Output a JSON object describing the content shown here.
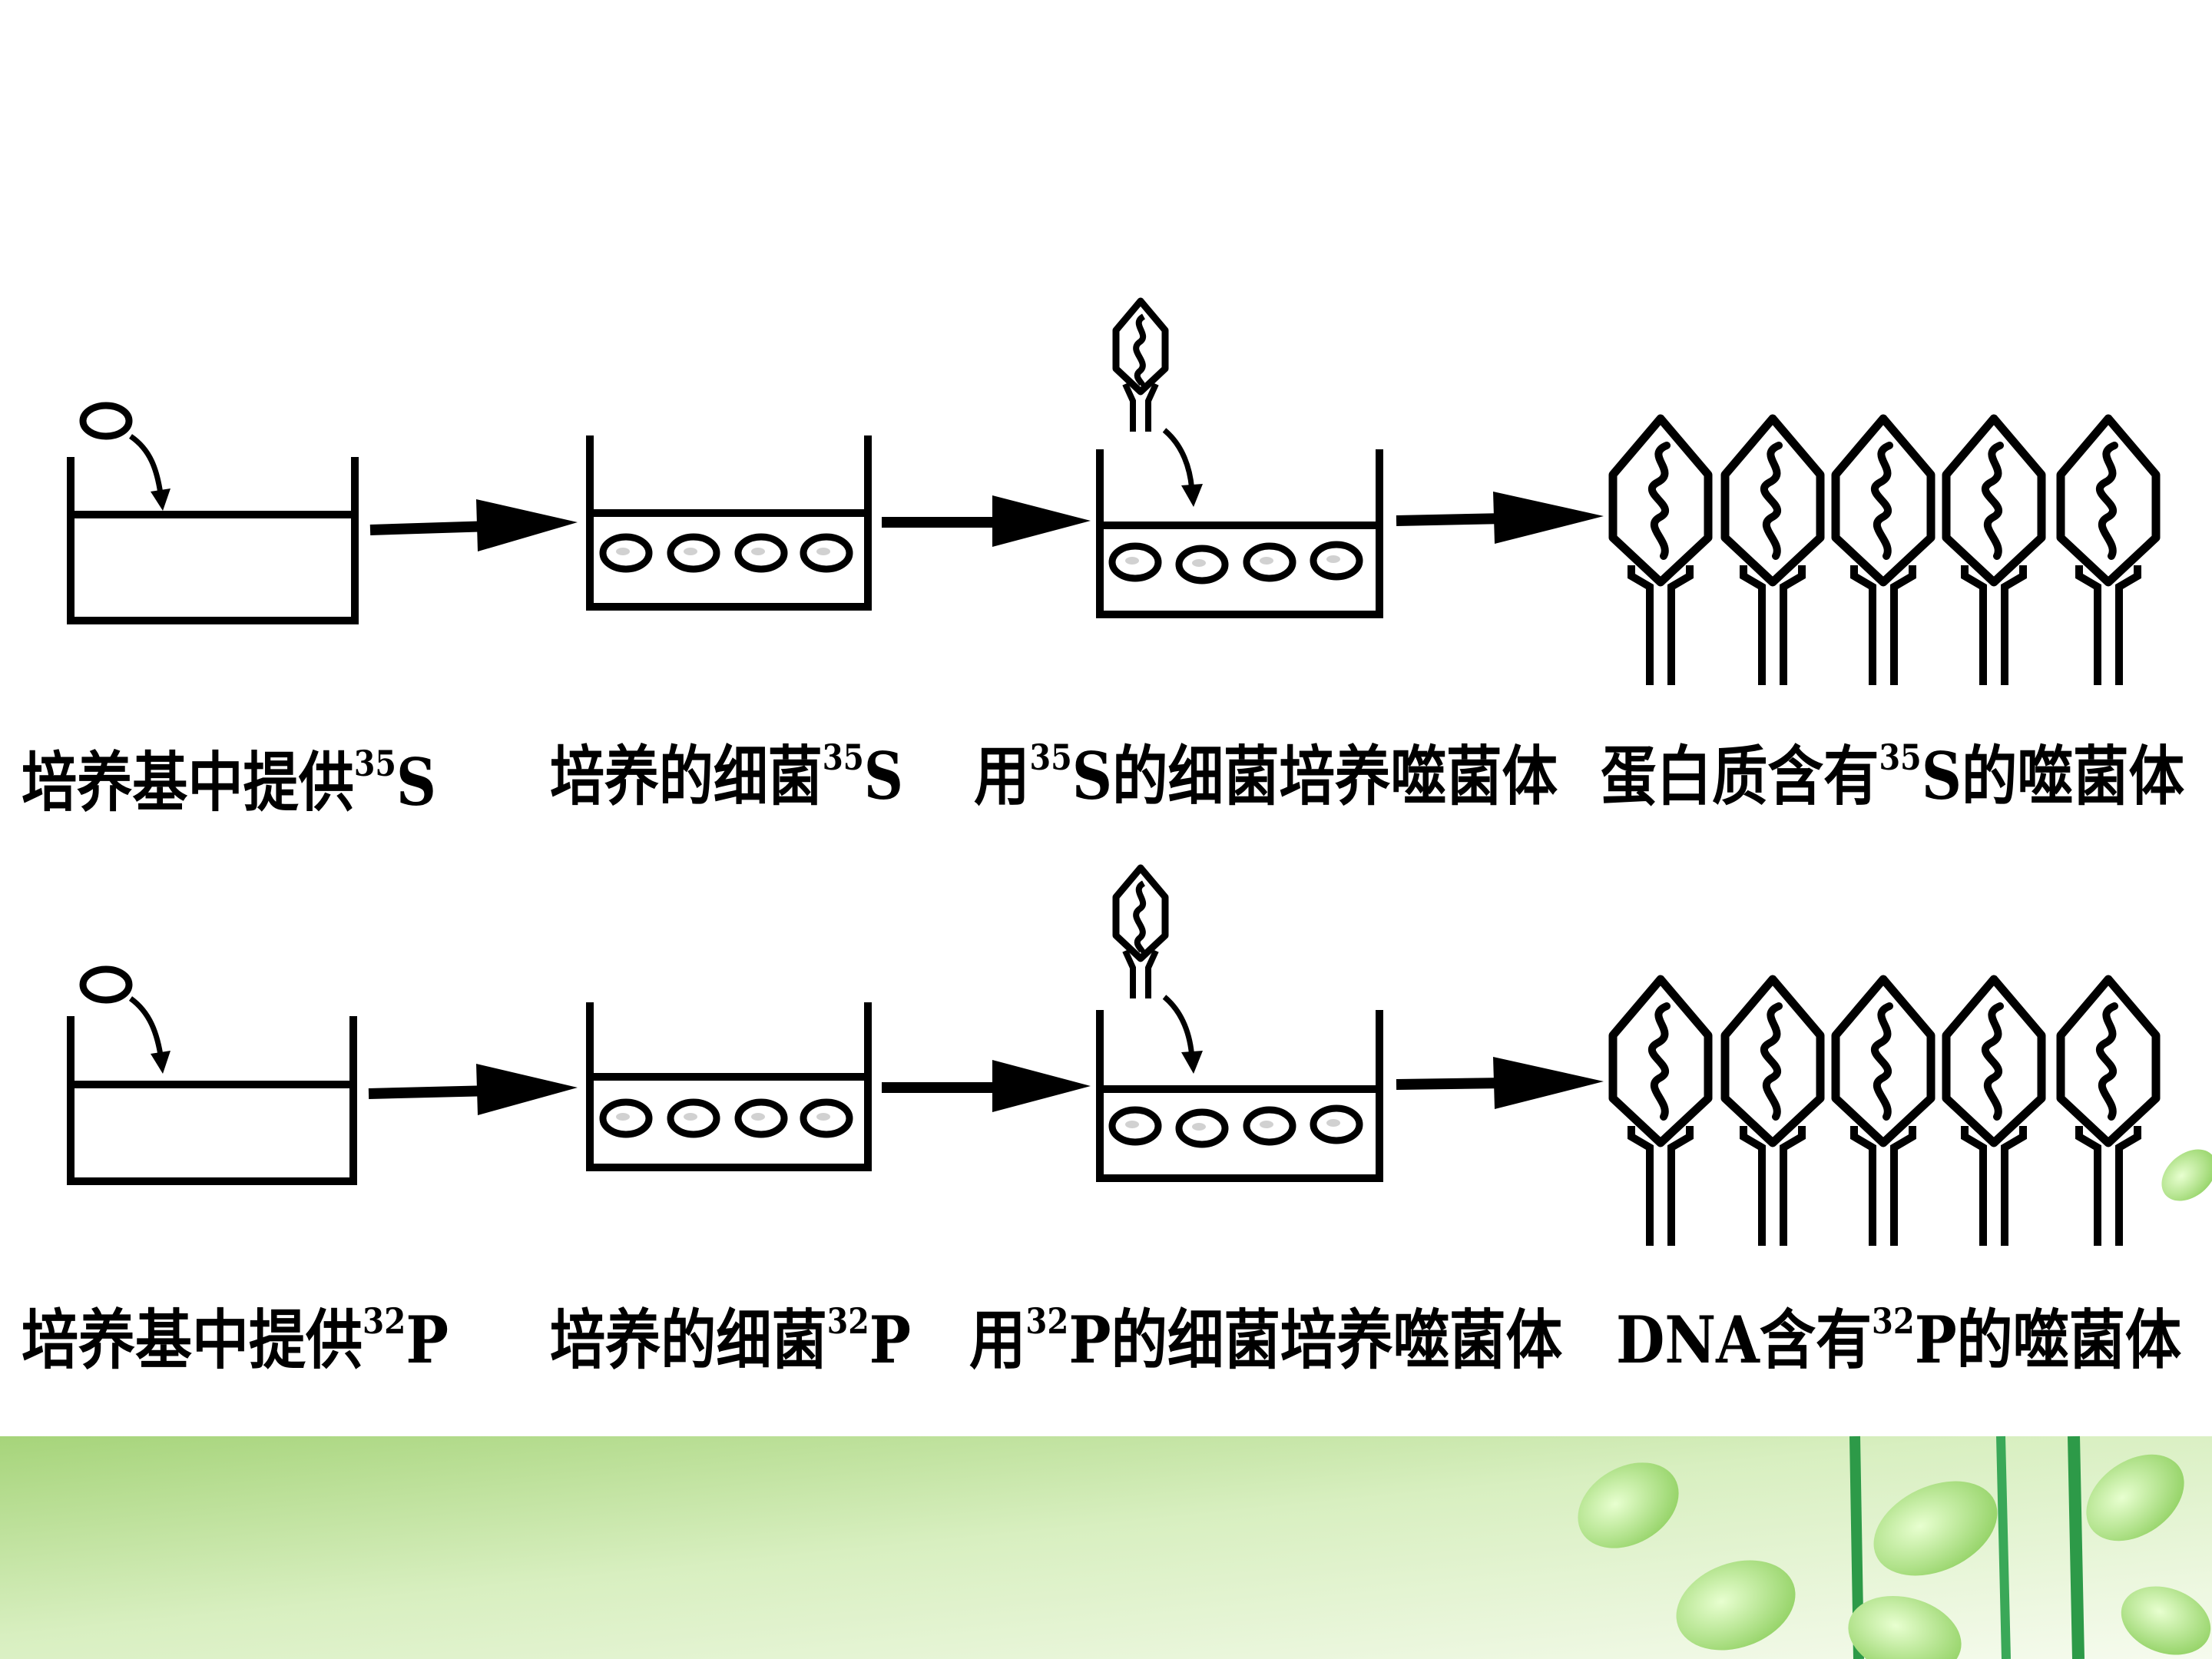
{
  "colors": {
    "ink": "#000000",
    "paper": "#ffffff",
    "footer_green": "#9fd070",
    "leaf": "#b8e890",
    "stem": "#1f8a3a"
  },
  "rows": [
    {
      "id": "sulfur",
      "labels": [
        {
          "pre": "培养基中提供",
          "iso": "35",
          "post": "S"
        },
        {
          "pre": "培养的细菌",
          "iso": "35",
          "post": "S"
        },
        {
          "pre": "用",
          "iso": "35",
          "post": "S的细菌培养噬菌体"
        },
        {
          "pre": "蛋白质含有",
          "iso": "35",
          "post": "S的噬菌体"
        }
      ]
    },
    {
      "id": "phosphorus",
      "labels": [
        {
          "pre": "培养基中提供",
          "iso": "32",
          "post": "P"
        },
        {
          "pre": "培养的细菌",
          "iso": "32",
          "post": "P"
        },
        {
          "pre": "用",
          "iso": "32",
          "post": "P的细菌培养噬菌体"
        },
        {
          "pre": "DNA含有",
          "iso": "32",
          "post": "P的噬菌体"
        }
      ]
    }
  ]
}
